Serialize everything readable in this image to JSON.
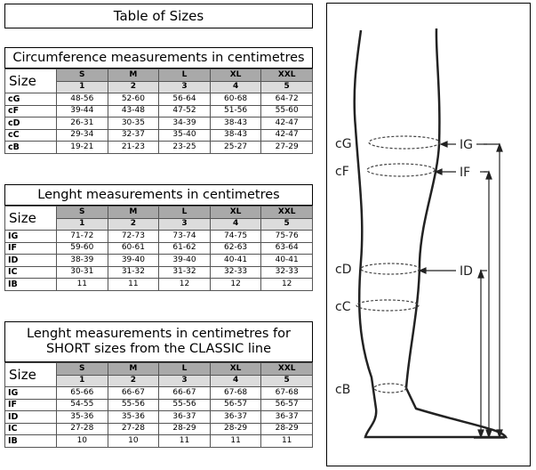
{
  "main_title": "Table of Sizes",
  "size_label": "Size",
  "sizes": [
    "S",
    "M",
    "L",
    "XL",
    "XXL"
  ],
  "size_numbers": [
    "1",
    "2",
    "3",
    "4",
    "5"
  ],
  "tables": [
    {
      "title": "Circumference measurements in centimetres",
      "rows": [
        {
          "label": "cG",
          "values": [
            "48-56",
            "52-60",
            "56-64",
            "60-68",
            "64-72"
          ]
        },
        {
          "label": "cF",
          "values": [
            "39-44",
            "43-48",
            "47-52",
            "51-56",
            "55-60"
          ]
        },
        {
          "label": "cD",
          "values": [
            "26-31",
            "30-35",
            "34-39",
            "38-43",
            "42-47"
          ]
        },
        {
          "label": "cC",
          "values": [
            "29-34",
            "32-37",
            "35-40",
            "38-43",
            "42-47"
          ]
        },
        {
          "label": "cB",
          "values": [
            "19-21",
            "21-23",
            "23-25",
            "25-27",
            "27-29"
          ]
        }
      ]
    },
    {
      "title": "Lenght measurements in centimetres",
      "rows": [
        {
          "label": "IG",
          "values": [
            "71-72",
            "72-73",
            "73-74",
            "74-75",
            "75-76"
          ]
        },
        {
          "label": "IF",
          "values": [
            "59-60",
            "60-61",
            "61-62",
            "62-63",
            "63-64"
          ]
        },
        {
          "label": "ID",
          "values": [
            "38-39",
            "39-40",
            "39-40",
            "40-41",
            "40-41"
          ]
        },
        {
          "label": "IC",
          "values": [
            "30-31",
            "31-32",
            "31-32",
            "32-33",
            "32-33"
          ]
        },
        {
          "label": "IB",
          "values": [
            "11",
            "11",
            "12",
            "12",
            "12"
          ]
        }
      ]
    },
    {
      "title": "Lenght measurements in centimetres for SHORT sizes from the CLASSIC line",
      "rows": [
        {
          "label": "IG",
          "values": [
            "65-66",
            "66-67",
            "66-67",
            "67-68",
            "67-68"
          ]
        },
        {
          "label": "IF",
          "values": [
            "54-55",
            "55-56",
            "55-56",
            "56-57",
            "56-57"
          ]
        },
        {
          "label": "ID",
          "values": [
            "35-36",
            "35-36",
            "36-37",
            "36-37",
            "36-37"
          ]
        },
        {
          "label": "IC",
          "values": [
            "27-28",
            "27-28",
            "28-29",
            "28-29",
            "28-29"
          ]
        },
        {
          "label": "IB",
          "values": [
            "10",
            "10",
            "11",
            "11",
            "11"
          ]
        }
      ]
    }
  ],
  "diagram": {
    "circ_labels": [
      "cG",
      "cF",
      "cD",
      "cC",
      "cB"
    ],
    "length_labels": [
      "IG",
      "IF",
      "ID"
    ]
  }
}
